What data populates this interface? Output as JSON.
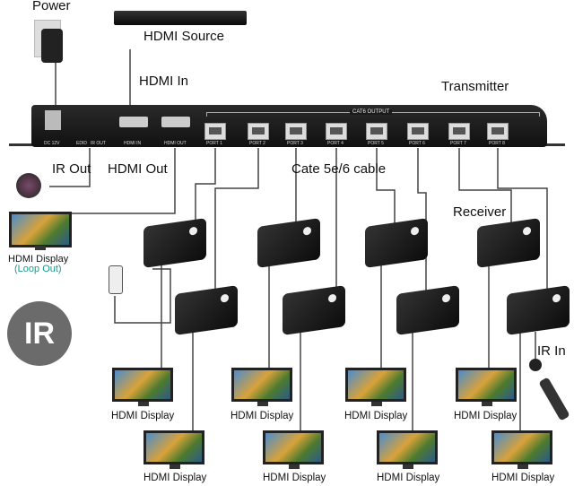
{
  "labels": {
    "power": "Power",
    "hdmi_source": "HDMI Source",
    "hdmi_in": "HDMI In",
    "transmitter": "Transmitter",
    "ir_out": "IR Out",
    "hdmi_out": "HDMI Out",
    "cable": "Cate 5e/6 cable",
    "receiver": "Receiver",
    "ir_in": "IR In",
    "ir_badge": "IR",
    "loop_display": "HDMI Display",
    "loop_out": "(Loop Out)"
  },
  "transmitter_panel": {
    "dc": "DC 12V",
    "edid": "EDID",
    "irout": "IR OUT",
    "hdmiin": "HDMI IN",
    "hdmiout": "HDMI OUT",
    "cat6": "CAT6 OUTPUT",
    "ports": [
      "PORT 1",
      "PORT 2",
      "PORT 3",
      "PORT 4",
      "PORT 5",
      "PORT 6",
      "PORT 7",
      "PORT 8"
    ]
  },
  "displays": [
    "HDMI Display",
    "HDMI Display",
    "HDMI Display",
    "HDMI Display",
    "HDMI Display",
    "HDMI Display",
    "HDMI Display",
    "HDMI Display"
  ],
  "colors": {
    "loop_out": "#1a9a8a",
    "ir_badge": "#6b6b6b"
  }
}
